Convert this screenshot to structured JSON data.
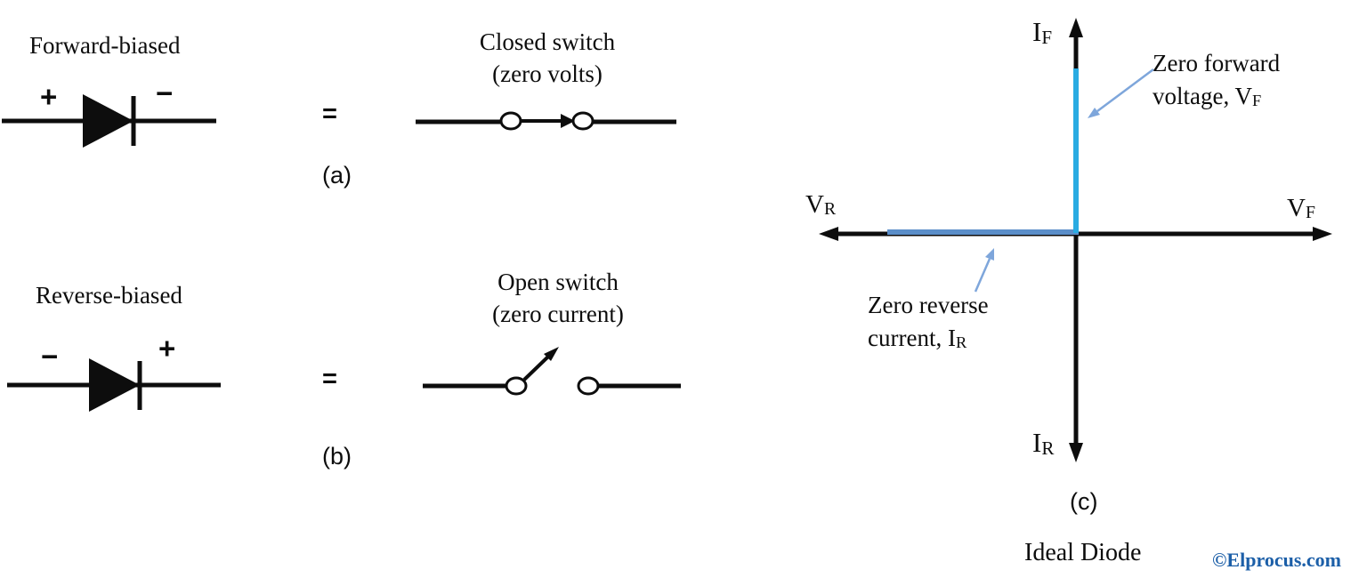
{
  "colors": {
    "ink": "#0d0d0d",
    "curve_blue_vertical": "#29abe2",
    "curve_blue_horizontal": "#5b8ec9",
    "annotation_blue": "#7ea6db",
    "watermark_blue": "#1c5fa8"
  },
  "panel_a": {
    "title": "Forward-biased",
    "anode_sign": "+",
    "cathode_sign": "−",
    "equals": "=",
    "switch_title": "Closed switch",
    "switch_subtitle": "(zero volts)",
    "caption": "(a)"
  },
  "panel_b": {
    "title": "Reverse-biased",
    "anode_sign": "−",
    "cathode_sign": "+",
    "equals": "=",
    "switch_title": "Open switch",
    "switch_subtitle": "(zero current)",
    "caption": "(b)"
  },
  "graph": {
    "axis_labels": {
      "top": {
        "main": "I",
        "sub": "F"
      },
      "left": {
        "main": "V",
        "sub": "R"
      },
      "right": {
        "main": "V",
        "sub": "F"
      },
      "bottom": {
        "main": "I",
        "sub": "R"
      }
    },
    "annotations": {
      "forward": {
        "line1": "Zero forward",
        "line2_pre": "voltage, V",
        "line2_sub": "F"
      },
      "reverse": {
        "line1": "Zero reverse",
        "line2_pre": "current, I",
        "line2_sub": "R"
      }
    },
    "caption": "(c)",
    "title": "Ideal Diode",
    "watermark": "©Elprocus.com"
  }
}
